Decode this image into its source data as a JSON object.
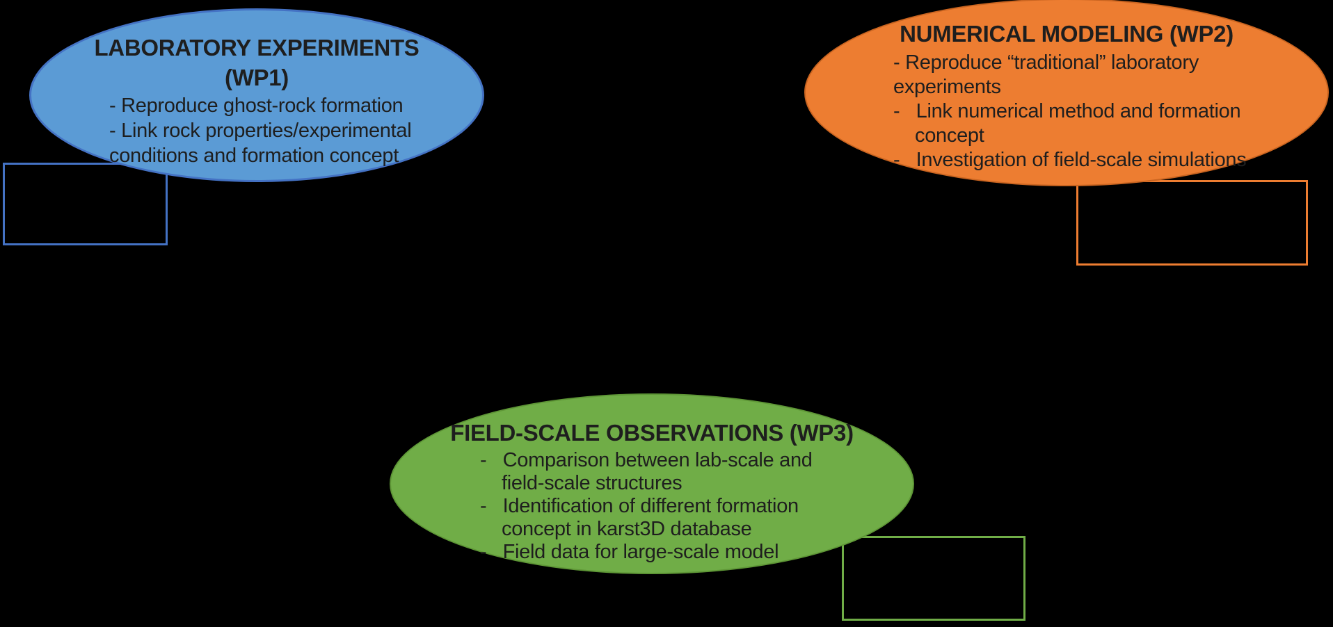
{
  "colors": {
    "background": "#000000",
    "text": "#1e1e1e",
    "wp1_fill": "#5B9BD5",
    "wp1_border": "#4472C4",
    "wp2_fill": "#ED7D31",
    "wp2_border": "#C96420",
    "wp3_fill": "#70AD47",
    "wp3_border": "#5E9636"
  },
  "wp1": {
    "title_line1": "LABORATORY EXPERIMENTS",
    "title_line2": "(WP1)",
    "bullets": [
      "- Reproduce ghost-rock formation",
      "- Link rock properties/experimental",
      "conditions and formation concept"
    ]
  },
  "wp2": {
    "title": "NUMERICAL MODELING (WP2)",
    "bullets": [
      "- Reproduce “traditional” laboratory",
      "experiments",
      "-   Link numerical method and formation",
      "    concept",
      "-   Investigation of field-scale simulations"
    ]
  },
  "wp3": {
    "title": "FIELD-SCALE OBSERVATIONS (WP3)",
    "bullets": [
      "-   Comparison between lab-scale and",
      "    field-scale structures",
      "-   Identification of different formation",
      "    concept in karst3D database",
      "-   Field data for large-scale model"
    ]
  }
}
